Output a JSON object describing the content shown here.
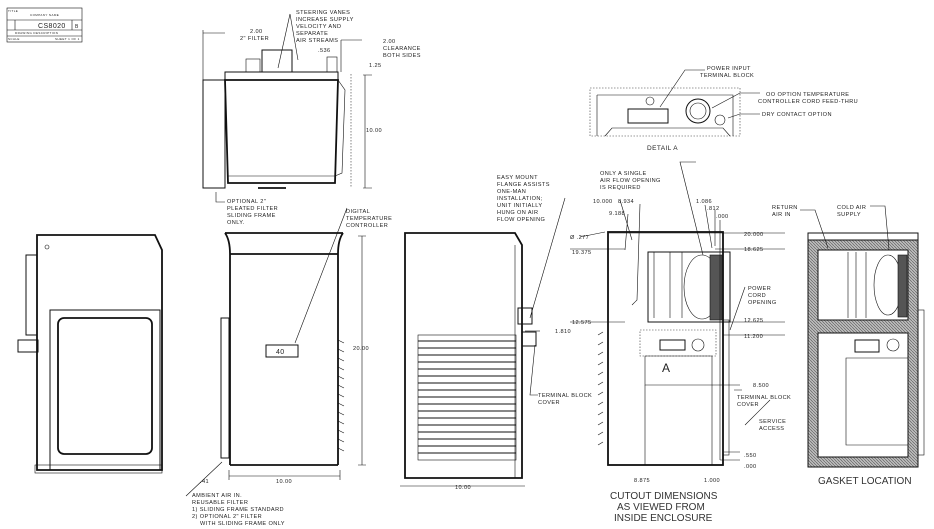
{
  "title_block": {
    "header": "TITLE",
    "company": "COMPANY NAME",
    "model": "CS8020",
    "rev": "B",
    "description": "DRAWING DESCRIPTION",
    "scale": "SCALE",
    "sheet": "SHEET 1 OF 1"
  },
  "top_view": {
    "vanes": [
      "STEERING VANES",
      "INCREASE SUPPLY",
      "VELOCITY AND",
      "SEPARATE",
      "AIR STREAMS"
    ],
    "filter_dim": [
      "2.00",
      "2\" FILTER"
    ],
    "clearance": [
      "2.00",
      "CLEARANCE",
      "BOTH SIDES"
    ],
    "dim_536": ".536",
    "dim_125": "1.25",
    "dim_1000": "10.00",
    "optional": [
      "OPTIONAL 2\"",
      "PLEATED FILTER",
      "SLIDING FRAME",
      "ONLY."
    ]
  },
  "front_view": {
    "controller": [
      "DIGITAL",
      "TEMPERATURE",
      "CONTROLLER"
    ],
    "display": "40",
    "height": "20.00",
    "width": "10.00",
    "dim_41": ".41",
    "ambient": [
      "AMBIENT AIR IN.",
      "REUSABLE FILTER",
      "1) SLIDING FRAME STANDARD",
      "2) OPTIONAL 2\" FILTER",
      "WITH SLIDING FRAME ONLY"
    ]
  },
  "back_view": {
    "flange": [
      "EASY MOUNT",
      "FLANGE ASSISTS",
      "ONE-MAN",
      "INSTALLATION;",
      "UNIT INITIALLY",
      "HUNG ON AIR",
      "FLOW OPENING"
    ],
    "dim_1810": "1.810",
    "terminal_cover": [
      "TERMINAL BLOCK",
      "COVER"
    ],
    "width": "10.00"
  },
  "detail_a": {
    "power_input": [
      "POWER INPUT",
      "TERMINAL BLOCK"
    ],
    "cord": [
      "OO OPTION TEMPERATURE",
      "CONTROLLER CORD FEED-THRU"
    ],
    "dry_contact": "DRY CONTACT OPTION",
    "caption": "DETAIL A"
  },
  "cutout": {
    "single_opening": [
      "ONLY A SINGLE",
      "AIR FLOW OPENING",
      "IS REQUIRED"
    ],
    "dims_top": [
      "10.000",
      "8.934",
      "9.188",
      "1.086",
      ".812",
      ".000"
    ],
    "hole": "Ø .277",
    "dims_left": [
      "19.375",
      "12.575"
    ],
    "dims_right": [
      "20.000",
      "18.625",
      "12.625",
      "11.200",
      "8.500",
      ".550",
      ".000"
    ],
    "dims_bottom": [
      "8.875",
      "1.000"
    ],
    "power_cord": [
      "POWER",
      "CORD",
      "OPENING"
    ],
    "detail_label": "A",
    "terminal_cover": [
      "TERMINAL BLOCK",
      "COVER"
    ],
    "service": [
      "SERVICE",
      "ACCESS"
    ],
    "caption": [
      "CUTOUT DIMENSIONS",
      "AS VIEWED FROM",
      "INSIDE ENCLOSURE"
    ]
  },
  "gasket": {
    "return_air": [
      "RETURN",
      "AIR IN"
    ],
    "cold_air": [
      "COLD AIR",
      "SUPPLY"
    ],
    "caption": "GASKET LOCATION"
  }
}
